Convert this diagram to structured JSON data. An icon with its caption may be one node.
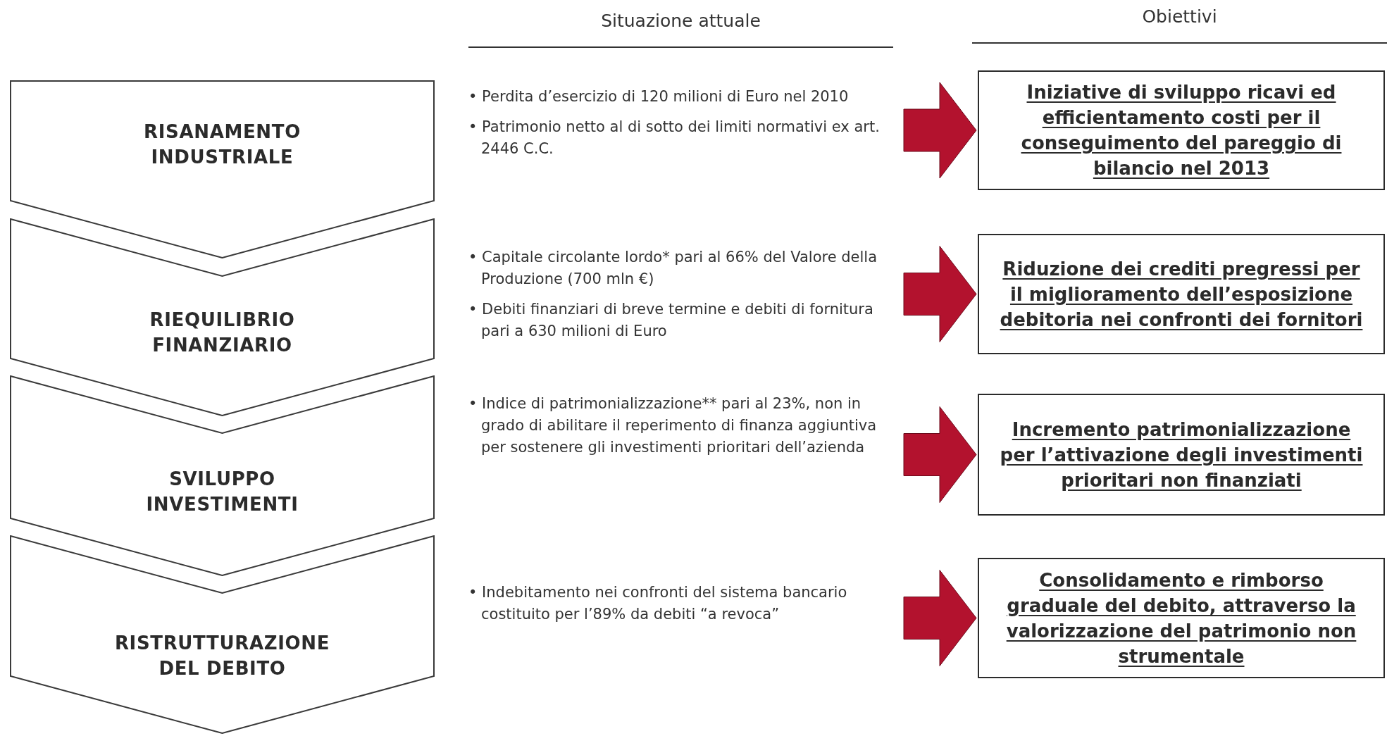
{
  "diagram": {
    "nodes": [
      {
        "text": [
          "RISANAMENTO INDUSTRIALE"
        ]
      },
      {
        "text": [
          "RIEQUILIBRIO FINANZIARIO"
        ]
      },
      {
        "text": [
          "SVILUPPO INVESTIMENTI"
        ]
      },
      {
        "text": [
          "RISTRUTTURAZIONE DEL DEBITO"
        ]
      },
      {
        "text": [
          "• Perdita d’esercizio di 120 milioni di Euro nel 2010",
          "• Patrimonio netto al di sotto dei limiti normativi ex art. 2446 C.C."
        ]
      },
      {
        "text": [
          "Iniziative di sviluppo ricavi ed efficientamento costi per il conseguimento del pareggio di bilancio nel 2013"
        ]
      },
      {
        "text": [
          "• Capitale circolante lordo* pari al 66% del Valore della Produzione (700 mln €)",
          "• Debiti finanziari di breve termine e debiti di fornitura pari a 630 milioni di Euro"
        ]
      },
      {
        "text": [
          "Riduzione dei crediti pregressi per il miglioramento dell’esposizione debitoria nei confronti dei fornitori"
        ]
      },
      {
        "text": [
          "• Indice di patrimonializzazione** pari al 23%, non in grado di abilitare il reperimento di finanza aggiuntiva per sostenere gli investimenti prioritari dell’azienda"
        ]
      },
      {
        "text": [
          "Incremento patrimonializzazione per l’attivazione degli investimenti prioritari non finanziati"
        ]
      },
      {
        "text": [
          "• Indebitamento nei confronti del sistema bancario costituito per l’89% da debiti “a revoca”"
        ]
      },
      {
        "text": [
          "Consolidamento e rimborso graduale del debito, attraverso la valorizzazione del patrimonio non strumentale"
        ]
      }
    ],
    "edges": [
      {
        "from": 4,
        "to": 5,
        "arrow": "to",
        "style": "thick",
        "color": "#b3122e"
      },
      {
        "from": 6,
        "to": 7,
        "arrow": "to",
        "style": "thick",
        "color": "#b3122e"
      },
      {
        "from": 8,
        "to": 9,
        "arrow": "to",
        "style": "thick",
        "color": "#b3122e"
      },
      {
        "from": 10,
        "to": 11,
        "arrow": "to",
        "style": "thick",
        "color": "#b3122e"
      }
    ],
    "labels": [
      "Situazione attuale",
      "Obiettivi"
    ]
  }
}
